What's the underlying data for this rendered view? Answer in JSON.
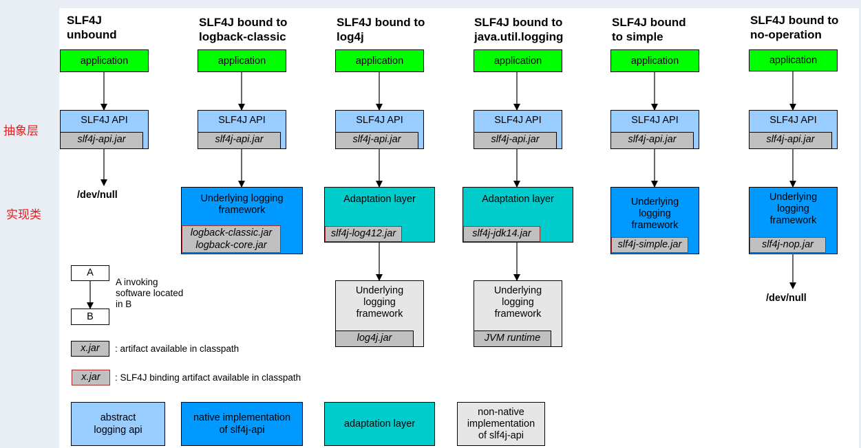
{
  "side_labels": {
    "abstract": "抽象层",
    "impl": "实现类"
  },
  "columns": [
    {
      "title": "SLF4J\nunbound",
      "app": "application",
      "api": "SLF4J API",
      "api_jar": "slf4j-api.jar",
      "end": "/dev/null"
    },
    {
      "title": "SLF4J bound to\nlogback-classic",
      "app": "application",
      "api": "SLF4J API",
      "api_jar": "slf4j-api.jar",
      "impl": "Underlying logging\nframework",
      "impl_jar": "logback-classic.jar\nlogback-core.jar"
    },
    {
      "title": "SLF4J bound to\nlog4j",
      "app": "application",
      "api": "SLF4J API",
      "api_jar": "slf4j-api.jar",
      "impl": "Adaptation layer",
      "impl_jar": "slf4j-log412.jar",
      "under": "Underlying\nlogging\nframework",
      "under_jar": "log4j.jar"
    },
    {
      "title": "SLF4J bound to\njava.util.logging",
      "app": "application",
      "api": "SLF4J API",
      "api_jar": "slf4j-api.jar",
      "impl": "Adaptation layer",
      "impl_jar": "slf4j-jdk14.jar",
      "under": "Underlying\nlogging\nframework",
      "under_jar": "JVM runtime"
    },
    {
      "title": "SLF4J bound\nto simple",
      "app": "application",
      "api": "SLF4J API",
      "api_jar": "slf4j-api.jar",
      "impl": "Underlying\nlogging\nframework",
      "impl_jar": "slf4j-simple.jar"
    },
    {
      "title": "SLF4J bound to\nno-operation",
      "app": "application",
      "api": "SLF4J API",
      "api_jar": "slf4j-api.jar",
      "impl": "Underlying\nlogging\nframework",
      "impl_jar": "slf4j-nop.jar",
      "end": "/dev/null"
    }
  ],
  "legend": {
    "a": "A",
    "b": "B",
    "invoke_text": "A invoking\nsoftware located\nin B",
    "jar1": "x.jar",
    "jar1_text": ": artifact available in classpath",
    "jar2": "x.jar",
    "jar2_text": ": SLF4J binding artifact available in classpath",
    "kinds": [
      {
        "label": "abstract\nlogging api",
        "color": "#99ccff"
      },
      {
        "label": "native implementation\nof slf4j-api",
        "color": "#0099ff"
      },
      {
        "label": "adaptation layer",
        "color": "#00cccc"
      },
      {
        "label": "non-native\nimplementation\nof slf4j-api",
        "color": "#e6e6e6"
      }
    ]
  },
  "colors": {
    "application": "#00ff00",
    "api": "#99ccff",
    "native": "#0099ff",
    "adaptation": "#00cccc",
    "nonnative": "#e6e6e6",
    "jar": "#c0c0c0",
    "binding_border": "#a0302a",
    "side_label": "#e02020"
  }
}
